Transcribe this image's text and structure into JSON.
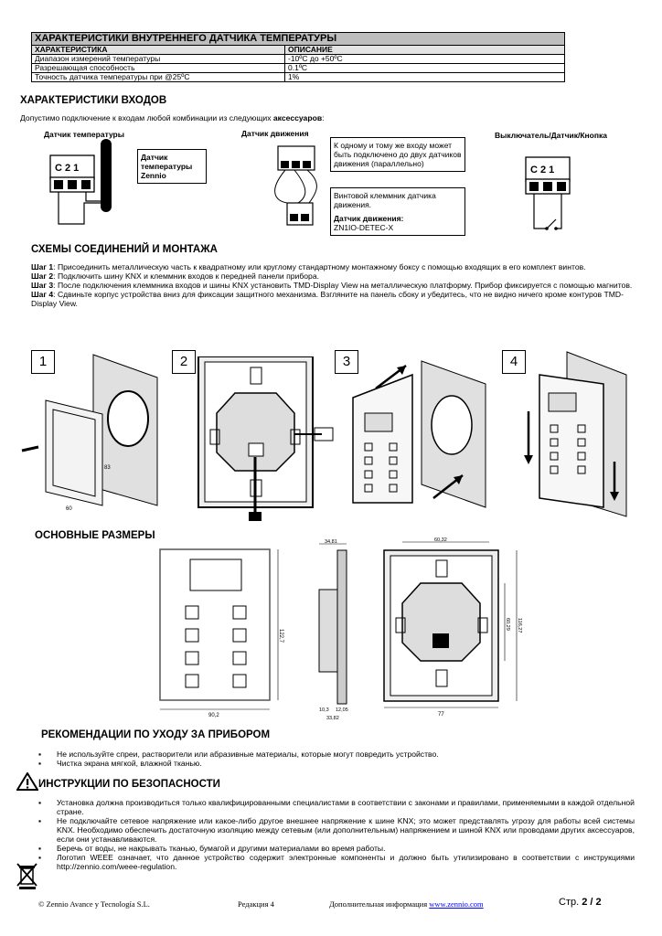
{
  "table": {
    "title": "ХАРАКТЕРИСТИКИ ВНУТРЕННЕГО ДАТЧИКА ТЕМПЕРАТУРЫ",
    "col1": "ХАРАКТЕРИСТИКА",
    "col2": "ОПИСАНИЕ",
    "rows": [
      {
        "name": "Диапазон измерений температуры",
        "value": "-10ºC до +50ºC"
      },
      {
        "name": "Разрешающая способность",
        "value": "0.1ºC"
      },
      {
        "name": "Точность датчика температуры при @25ºC",
        "value": "1%"
      }
    ]
  },
  "inputs": {
    "heading": "ХАРАКТЕРИСТИКИ ВХОДОВ",
    "intro_prefix": "Допустимо подключение к входам любой комбинации из следующих ",
    "intro_bold": "аксессуаров",
    "intro_suffix": ":",
    "temp_label": "Датчик температуры",
    "temp_box": "Датчик температуры Zennio",
    "motion_label": "Датчик движения",
    "motion_box": "К одному и тому же входу может быть подключено до двух датчиков движения (параллельно)",
    "screw_box": "Винтовой клеммник датчика движения.",
    "motion_bold": "Датчик движения:",
    "motion_model": "ZN1IO-DETEC-X",
    "switch_label": "Выключатель/Датчик/Кнопка",
    "terminal": "C 2 1"
  },
  "mounting": {
    "heading": "СХЕМЫ СОЕДИНЕНИЙ И МОНТАЖА",
    "steps": [
      {
        "b": "Шаг 1",
        "t": ": Присоединить металлическую часть к квадратному или круглому стандартному монтажному боксу с помощью входящих в его комплект винтов."
      },
      {
        "b": "Шаг 2",
        "t": ": Подключить шину KNX и клеммник входов к передней панели прибора."
      },
      {
        "b": "Шаг 3",
        "t": ": После подключения клеммника входов и шины KNX установить TMD-Display View на металлическую платформу. Прибор фиксируется с помощью магнитов."
      },
      {
        "b": "Шаг 4",
        "t": ": Сдвиньте корпус устройства вниз для фиксации защитного механизма. Взгляните на панель сбоку и убедитесь, что не видно ничего кроме контуров TMD-Display View."
      }
    ],
    "fig_nums": [
      "1",
      "2",
      "3",
      "4"
    ],
    "dim_a": "83",
    "dim_b": "60"
  },
  "dimensions": {
    "heading": "ОСНОВНЫЕ РАЗМЕРЫ",
    "front_w": "90,2",
    "front_h": "122,7",
    "side_top": "34,81",
    "side_b1": "10,3",
    "side_b2": "12,05",
    "side_b3": "33,82",
    "back_top": "60,32",
    "back_r1": "60,29",
    "back_r2": "116,27",
    "back_bottom": "77"
  },
  "care": {
    "heading": "РЕКОМЕНДАЦИИ ПО УХОДУ ЗА ПРИБОРОМ",
    "items": [
      "Не используйте спреи, растворители или абразивные материалы, которые могут повредить устройство.",
      "Чистка экрана мягкой, влажной тканью."
    ]
  },
  "safety": {
    "heading": "ИНСТРУКЦИИ ПО БЕЗОПАСНОСТИ",
    "items": [
      "Установка должна производиться только квалифицированными специалистами в соответствии с законами и правилами, применяемыми в каждой отдельной стране.",
      "Не подключайте сетевое напряжение или какое-либо другое внешнее напряжение к шине KNX; это может представлять угрозу для работы всей системы KNX. Необходимо обеспечить достаточную изоляцию между сетевым (или дополнительным) напряжением и шиной KNX или проводами других аксессуаров, если они устанавливаются.",
      "Беречь от воды, не накрывать тканью, бумагой и другими материалами во время работы.",
      "Логотип WEEE означает, что данное устройство содержит электронные компоненты и должно быть утилизировано в соответствии с инструкциями http://zennio.com/weee-regulation."
    ]
  },
  "footer": {
    "company": "© Zennio Avance y Tecnología S.L.",
    "revision": "Редакция 4",
    "info": "Дополнительная информация ",
    "link": "www.zennio.com",
    "page": "Стр. ",
    "page_num": "2 / 2"
  }
}
